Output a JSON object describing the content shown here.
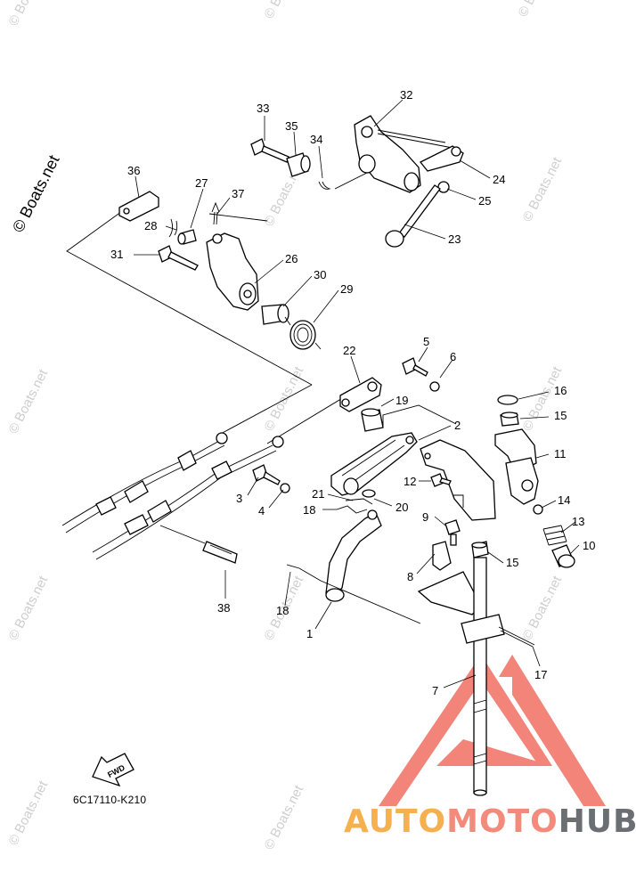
{
  "watermark": {
    "text": "© Boats.net"
  },
  "copyright": {
    "text": "© Boats.net"
  },
  "reference_code": "6C17110-K210",
  "direction_arrow": {
    "label": "FWD"
  },
  "brand": {
    "part1": "AUTO",
    "part2": "MOTO",
    "part3": "HUB"
  },
  "colors": {
    "brand_orange": "#f5b04f",
    "brand_red": "#f28b7c",
    "brand_gray": "#6b6f73",
    "logo_triangle": "#f06f62"
  },
  "callouts": [
    "1",
    "2",
    "3",
    "4",
    "5",
    "6",
    "7",
    "8",
    "9",
    "10",
    "11",
    "12",
    "13",
    "14",
    "15",
    "15",
    "16",
    "17",
    "18",
    "18",
    "19",
    "20",
    "21",
    "22",
    "23",
    "24",
    "25",
    "26",
    "27",
    "28",
    "29",
    "30",
    "31",
    "32",
    "33",
    "34",
    "35",
    "36",
    "37",
    "38"
  ]
}
